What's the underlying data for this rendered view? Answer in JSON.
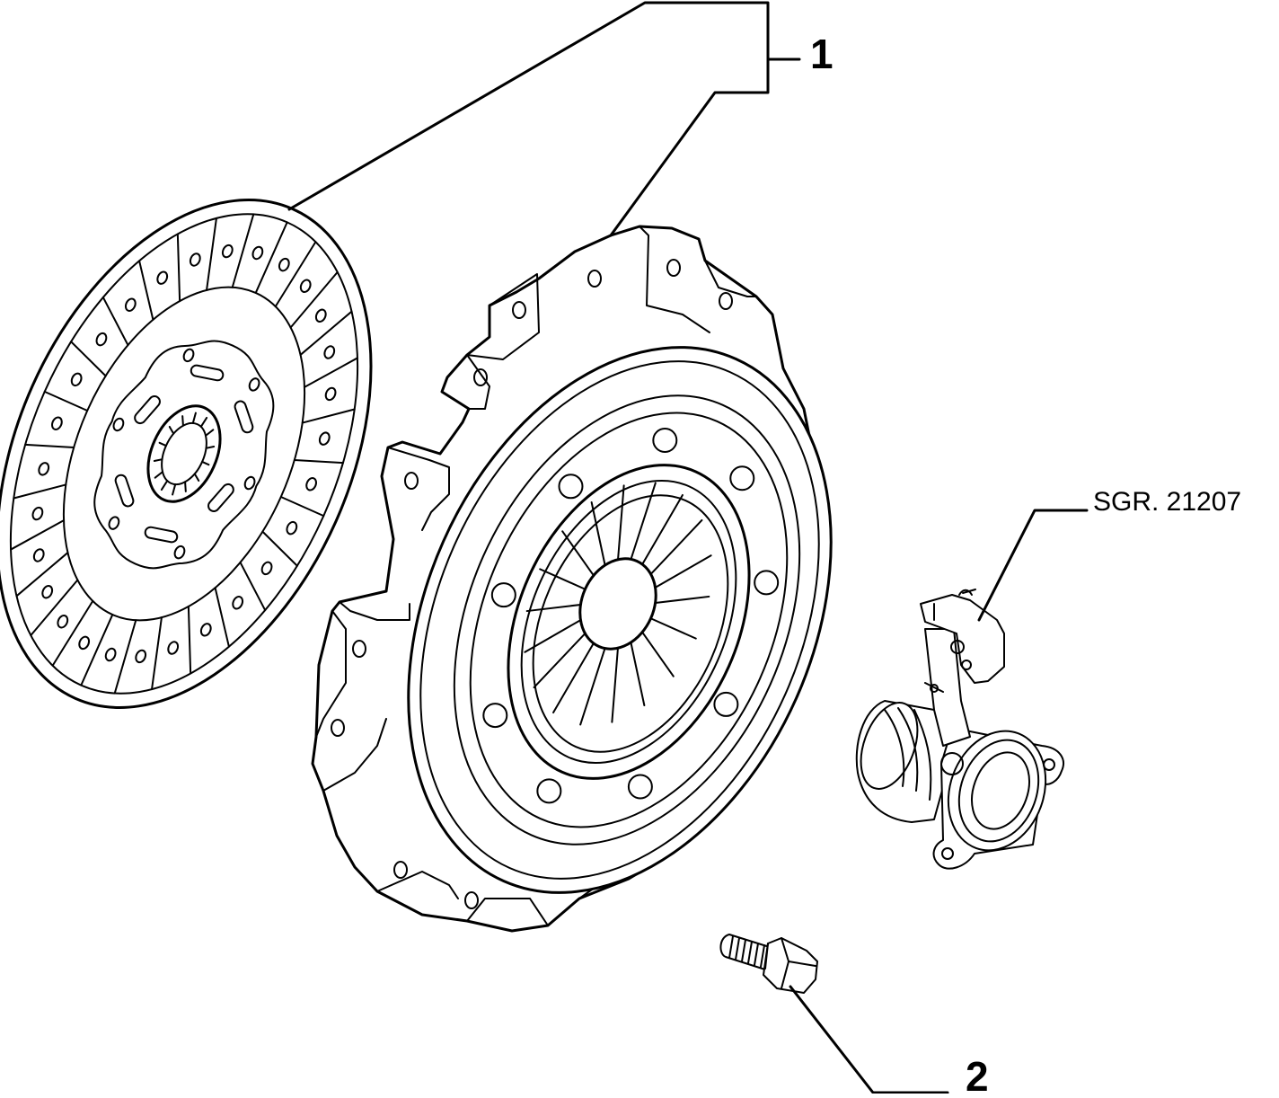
{
  "callouts": {
    "item1": "1",
    "item2": "2",
    "reference": "SGR. 21207"
  },
  "colors": {
    "line": "#000000",
    "background": "#ffffff"
  }
}
